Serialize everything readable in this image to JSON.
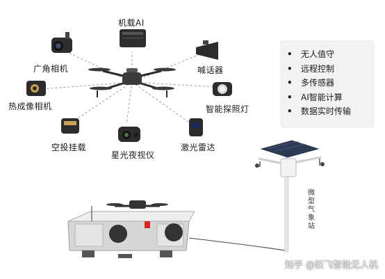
{
  "center": {
    "title": "机载AI"
  },
  "payloads": [
    {
      "id": "wide-camera",
      "label": "广角相机"
    },
    {
      "id": "thermal-camera",
      "label": "热成像相机"
    },
    {
      "id": "drop-mount",
      "label": "空投挂载"
    },
    {
      "id": "night-vision",
      "label": "星光夜视仪"
    },
    {
      "id": "lidar",
      "label": "激光雷达"
    },
    {
      "id": "searchlight",
      "label": "智能探照灯"
    },
    {
      "id": "megaphone",
      "label": "喊话器"
    }
  ],
  "features": [
    "无人值守",
    "远程控制",
    "多传感器",
    "AI智能计算",
    "数据实时传输"
  ],
  "weather_station": {
    "label": "微型气象站"
  },
  "watermark": "知乎 @跃飞智能无人机",
  "colors": {
    "panel": "#f2f2f2",
    "accent_red": "#d9261c",
    "dark": "#2b2b2b"
  }
}
